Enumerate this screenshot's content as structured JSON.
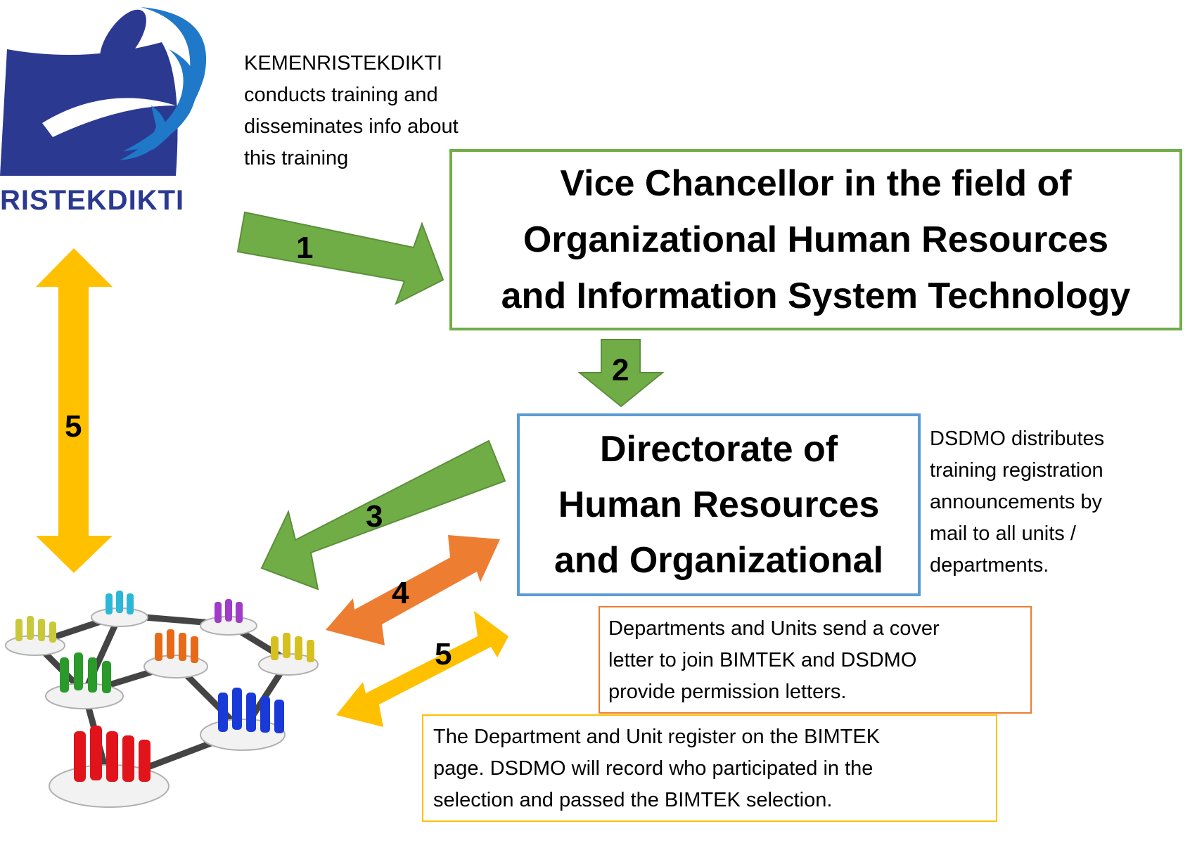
{
  "logo": {
    "text": "RISTEKDIKTI"
  },
  "notes": {
    "kemen": "KEMENRISTEKDIKTI\nconducts training and\ndisseminates info about\nthis training",
    "dsdmo": "DSDMO distributes\ntraining registration\nannouncements by\nmail to all units /\ndepartments.",
    "cover_letter": "Departments and Units send a cover\nletter to join BIMTEK and DSDMO\nprovide permission letters.",
    "register": "The Department and Unit register on the BIMTEK\npage. DSDMO will record who participated in the\nselection and passed the BIMTEK selection."
  },
  "boxes": {
    "vice_chancellor": "Vice Chancellor in the field of\nOrganizational Human Resources\nand Information System Technology",
    "directorate": "Directorate of\nHuman Resources\nand Organizational"
  },
  "arrows": {
    "a1": "1",
    "a2": "2",
    "a3": "3",
    "a4": "4",
    "a5_bottom": "5",
    "a5_left": "5"
  },
  "colors": {
    "green": "#70ad47",
    "blue": "#5b9bd5",
    "orange": "#ed7d31",
    "yellow": "#ffc000",
    "logo_blue": "#2b3990"
  }
}
